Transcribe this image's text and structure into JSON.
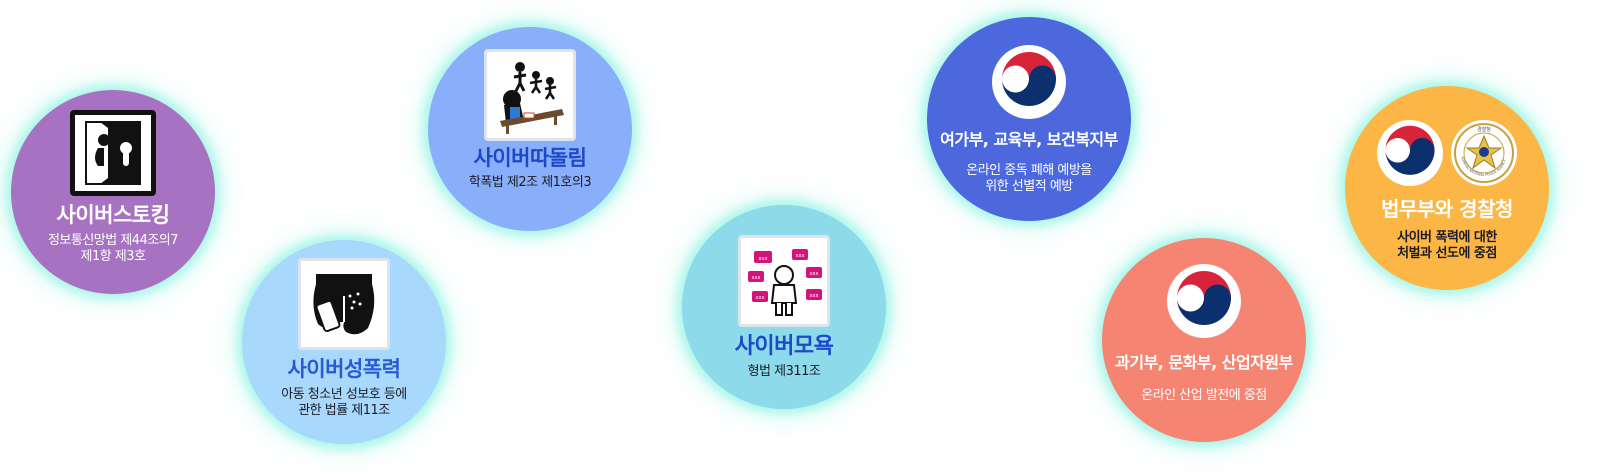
{
  "nodes": {
    "stalking": {
      "title": "사이버스토킹",
      "sub_line1": "정보통신망법 제44조의7",
      "sub_line2": "제1항 제3호",
      "color": "#a872c2",
      "icon": "door-peek-icon"
    },
    "sexual": {
      "title": "사이버성폭력",
      "sub_line1": "아동 청소년 성보호 등에",
      "sub_line2": "관한 법률 제11조",
      "color": "#a8d8fc",
      "icon": "phone-camera-icon"
    },
    "bully": {
      "title": "사이버따돌림",
      "sub_line1": "학폭법 제2조 제1호의3",
      "color": "#8aaffa",
      "icon": "bullying-icon"
    },
    "insult": {
      "title": "사이버모욕",
      "sub_line1": "형법 제311조",
      "color": "#8ddaea",
      "icon": "insult-bubbles-icon"
    },
    "yeoga": {
      "title": "여가부, 교육부, 보건복지부",
      "sub_line1": "온라인 중독 폐해 예방을",
      "sub_line2": "위한 선별적 예방",
      "color": "#4c68dc",
      "icon": "government-emblem-icon"
    },
    "gwagi": {
      "title": "과기부, 문화부, 산업자원부",
      "sub_line1": "온라인 산업 발전에 중점",
      "color": "#f58472",
      "icon": "government-emblem-icon"
    },
    "justice": {
      "title": "법무부와 경찰청",
      "sub_line1": "사이버 폭력에 대한",
      "sub_line2": "처벌과 선도에 중점",
      "color": "#fcb645",
      "icons": [
        "government-emblem-icon",
        "police-badge-icon"
      ],
      "badge_text": "경찰청",
      "badge_ring_text": "KOREAN NATIONAL POLICE AGENCY"
    }
  }
}
